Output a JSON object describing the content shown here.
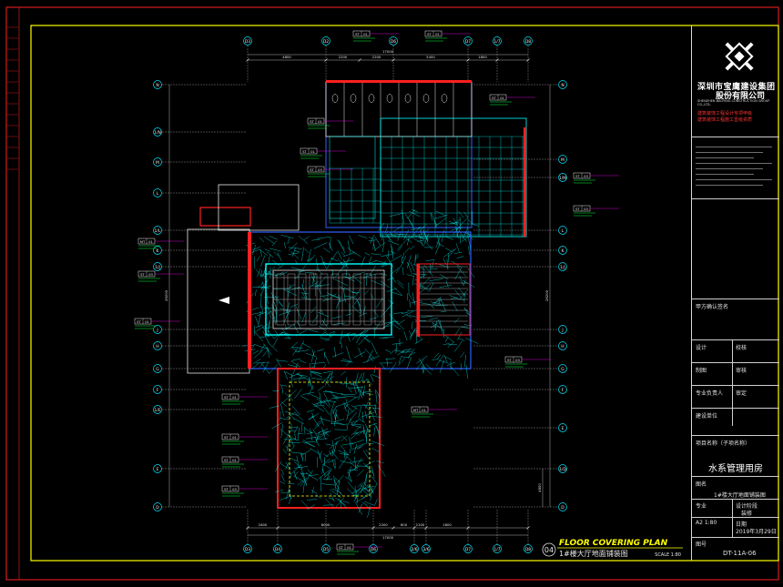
{
  "title": {
    "number": "04",
    "english": "FLOOR COVERING PLAN",
    "chinese": "1#楼大厅地面铺装图",
    "scale": "SCALE 1:80"
  },
  "axes_top": [
    "D3",
    "D2",
    "D6",
    "D7",
    "1/7",
    "D8"
  ],
  "axes_bottom": [
    "D3",
    "D4",
    "D5",
    "D6",
    "2/6",
    "3/6",
    "D7",
    "1/7",
    "D8"
  ],
  "axes_left": [
    "N",
    "1/N",
    "M",
    "L",
    "1/L",
    "K",
    "1/J",
    "J",
    "H",
    "G",
    "F",
    "1/E",
    "E",
    "D"
  ],
  "axes_right": [
    "N",
    "M",
    "1/M",
    "L",
    "K",
    "1/J",
    "J",
    "H",
    "G",
    "F",
    "E",
    "1/D",
    "D"
  ],
  "dims_top": [
    "4800",
    "2200",
    "2200",
    "5400",
    "1800",
    "17000"
  ],
  "dims_bottom": [
    "1800",
    "8000",
    "2200",
    "600",
    "2100",
    "1800",
    "17000"
  ],
  "dims_left": [
    "28200"
  ],
  "dims_right": [
    "28200",
    "4800"
  ],
  "tags": [
    {
      "code": "ST",
      "num": "01"
    },
    {
      "code": "ST",
      "num": "01"
    },
    {
      "code": "ST",
      "num": "01"
    },
    {
      "code": "ST",
      "num": "01"
    },
    {
      "code": "ST",
      "num": "01"
    },
    {
      "code": "ST",
      "num": "03"
    },
    {
      "code": "ST",
      "num": "03"
    },
    {
      "code": "ST",
      "num": "03"
    },
    {
      "code": "MT",
      "num": "01"
    },
    {
      "code": "ST",
      "num": "03"
    },
    {
      "code": "ST",
      "num": "01"
    },
    {
      "code": "ST",
      "num": "01"
    },
    {
      "code": "ST",
      "num": "01"
    },
    {
      "code": "ST",
      "num": "01"
    },
    {
      "code": "ST",
      "num": "03"
    },
    {
      "code": "ST",
      "num": "03"
    },
    {
      "code": "MT",
      "num": "01"
    },
    {
      "code": "ST",
      "num": "01"
    }
  ],
  "title_block": {
    "company_cn_1": "深圳市宝鹰建设集团",
    "company_cn_2": "股份有限公司",
    "company_en": "SHENZHEN BAOYING CONSTRUCTION GROUP CO.,LTD.",
    "qualification": "建筑装饰工程设计专项甲级\n建筑装饰工程施工壹级资质",
    "client_sign": "甲方确认签名",
    "design": "设计",
    "check": "校核",
    "draw": "制图",
    "review": "审核",
    "specialty_lead": "专业负责人",
    "approve": "审定",
    "build_unit": "建设单位",
    "project_label": "项目名称（子项名称）",
    "project_name": "水系管理用房",
    "drawing_label": "图名",
    "drawing_name": "1#楼大厅地面铺装图",
    "specialty": "专业",
    "stage": "设计阶段",
    "stage_val": "装修",
    "scale_lbl": "A2  1:80",
    "date": "日期",
    "date_val": "2019年3月29日",
    "sheet_no_label": "图号",
    "sheet_no": "DT-11A-06"
  },
  "colors": {
    "frame": "#ffff00",
    "wall": "#ff2020",
    "grid": "#00ffff",
    "dim": "#e0e0e0",
    "axis": "#00e5ff",
    "magenta": "#ff00ff",
    "blue": "#3060ff",
    "green": "#00ff40"
  }
}
